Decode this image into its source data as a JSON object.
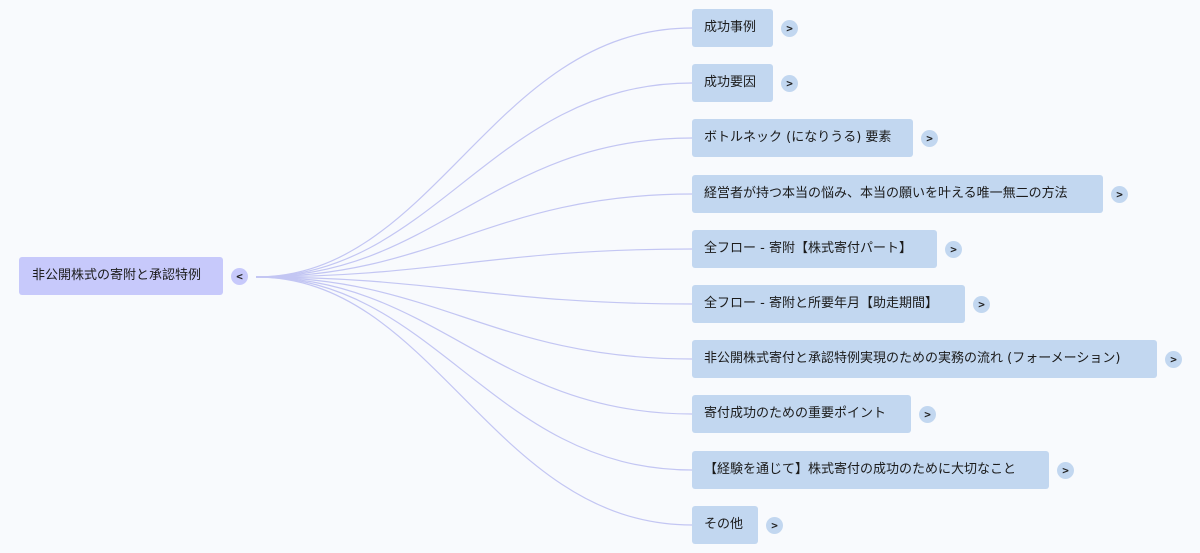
{
  "colors": {
    "background": "#f8fafd",
    "root_fill": "#c7c9fb",
    "child_fill": "#c2d7f0",
    "link_stroke": "#c3c6f3"
  },
  "root": {
    "label": "非公開株式の寄附と承認特例",
    "toggle": "<"
  },
  "children": [
    {
      "label": "成功事例",
      "toggle": ">"
    },
    {
      "label": "成功要因",
      "toggle": ">"
    },
    {
      "label": "ボトルネック (になりうる) 要素",
      "toggle": ">"
    },
    {
      "label": "経営者が持つ本当の悩み、本当の願いを叶える唯一無二の方法",
      "toggle": ">"
    },
    {
      "label": "全フロー - 寄附【株式寄付パート】",
      "toggle": ">"
    },
    {
      "label": "全フロー - 寄附と所要年月【助走期間】",
      "toggle": ">"
    },
    {
      "label": "非公開株式寄付と承認特例実現のための実務の流れ (フォーメーション)",
      "toggle": ">"
    },
    {
      "label": "寄付成功のための重要ポイント",
      "toggle": ">"
    },
    {
      "label": "【経験を通じて】株式寄付の成功のために大切なこと",
      "toggle": ">"
    },
    {
      "label": "その他",
      "toggle": ">"
    }
  ]
}
